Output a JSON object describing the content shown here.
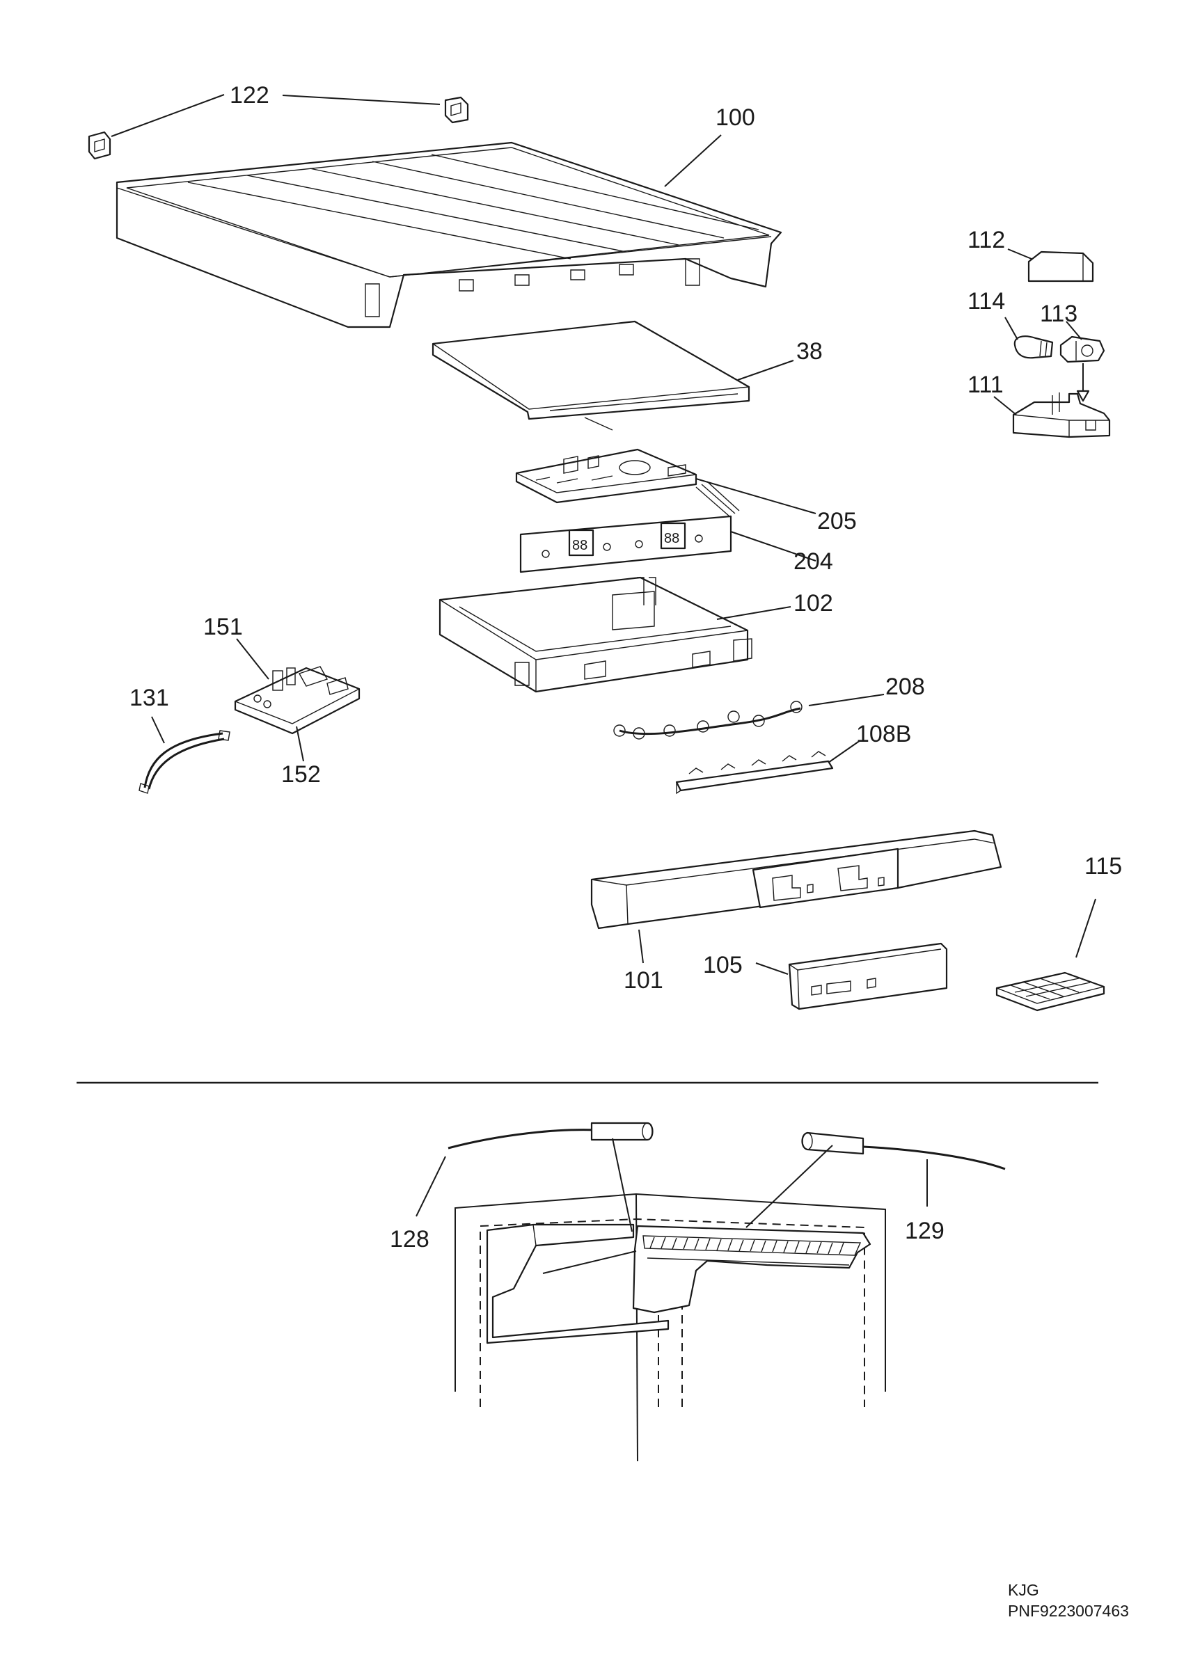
{
  "labels": {
    "p122": "122",
    "p100": "100",
    "p112": "112",
    "p114": "114",
    "p113": "113",
    "p111": "111",
    "p38": "38",
    "p205": "205",
    "p204": "204",
    "p102": "102",
    "p151": "151",
    "p131": "131",
    "p152": "152",
    "p208": "208",
    "p108B": "108B",
    "p115": "115",
    "p105": "105",
    "p101": "101",
    "p128": "128",
    "p129": "129"
  },
  "display_digits": "88",
  "footer": {
    "code": "KJG",
    "pnf": "PNF9223007463"
  }
}
